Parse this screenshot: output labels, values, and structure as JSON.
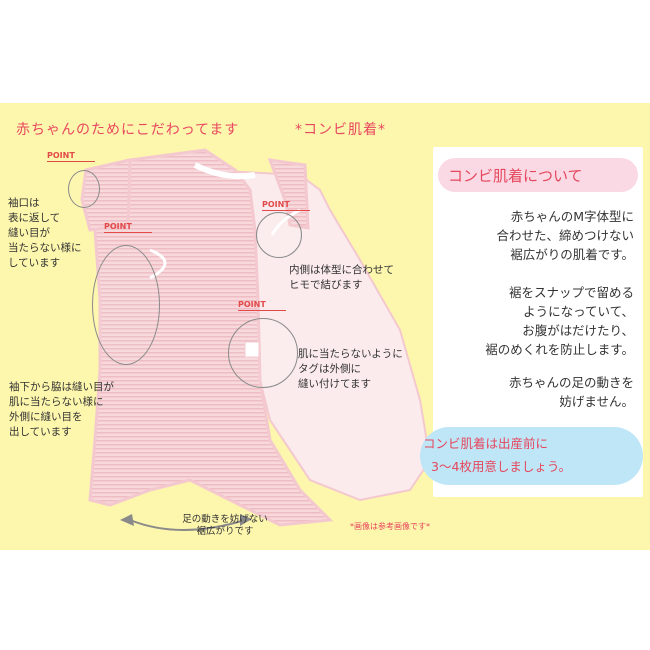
{
  "header": {
    "title_left": "赤ちゃんのためにこだわってます",
    "title_right": "*コンビ肌着*"
  },
  "points": {
    "label": "POINT"
  },
  "notes": {
    "cuff": "袖口は\n表に返して\n縫い目が\n当たらない様に\nしています",
    "tie": "内側は体型に合わせて\nヒモで結びます",
    "tag": "肌に当たらないように\nタグは外側に\n縫い付けてます",
    "seam": "袖下から脇は縫い目が\n肌に当たらない様に\n外側に縫い目を\n出しています",
    "hem": "足の動きを妨げない\n裾広がりです"
  },
  "info": {
    "title": "コンビ肌着について",
    "paragraph1": "赤ちゃんのM字体型に\n合わせた、締めつけない\n裾広がりの肌着です。",
    "paragraph2": "裾をスナップで留める\nようになっていて、\nお腹がはだけたり、\n裾のめくれを防止します。",
    "paragraph3": "赤ちゃんの足の動きを\n妨げません。",
    "highlight_line1": "コンビ肌着は出産前に",
    "highlight_line2": "3〜4枚用意しましょう。"
  },
  "footer": {
    "reference_note": "*画像は参考画像です*"
  },
  "colors": {
    "background_panel": "#fdf6ad",
    "accent_red": "#e5475d",
    "garment_pink": "#f6d3d6",
    "info_pill": "#fbd9e4",
    "highlight_blue": "#bfe6f7"
  }
}
